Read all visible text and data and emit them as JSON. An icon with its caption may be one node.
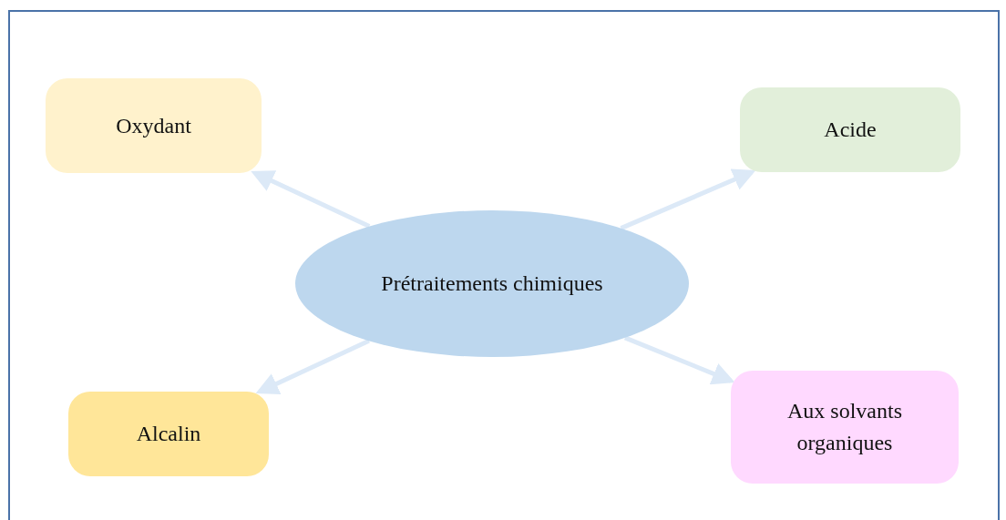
{
  "diagram": {
    "nodes": [
      {
        "text": [
          "Prétraitements chimiques"
        ]
      },
      {
        "text": [
          "Oxydant"
        ]
      },
      {
        "text": [
          "Acide"
        ]
      },
      {
        "text": [
          "Alcalin"
        ]
      },
      {
        "text": [
          "Aux solvants organiques"
        ]
      }
    ],
    "edges": [
      {
        "from": 0,
        "to": 1,
        "arrow": "to"
      },
      {
        "from": 0,
        "to": 2,
        "arrow": "to"
      },
      {
        "from": 0,
        "to": 3,
        "arrow": "to"
      },
      {
        "from": 0,
        "to": 4,
        "arrow": "to"
      }
    ]
  }
}
